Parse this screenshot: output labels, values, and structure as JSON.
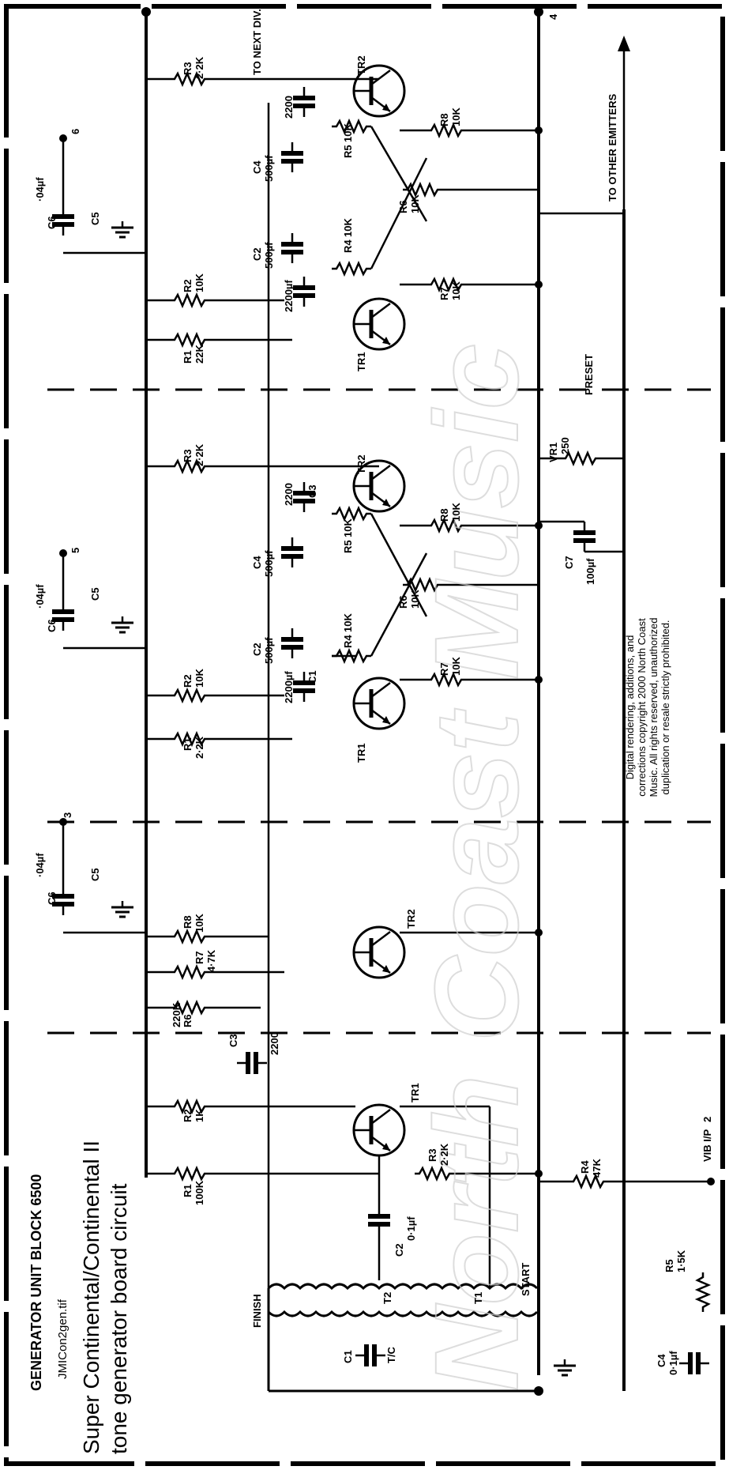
{
  "title": "GENERATOR UNIT BLOCK 6500",
  "file_name": "JMICon2gen.tif",
  "caption_line1": "Super Continental/Continental II",
  "caption_line2": "tone generator board circuit",
  "copyright": "Digital rendering, additions, and corrections copyright 2000 North Coast Music. All rights reserved, unauthorized duplication or resale strictly prohibited.",
  "watermark": "North Coast Music",
  "labels": {
    "finish": "FINISH",
    "start": "START",
    "t1": "T1",
    "t2": "T2",
    "c1": "C1",
    "tc": "T/C",
    "c2": "C2",
    "c2_val": "0·1µf",
    "c4_left": "C4",
    "c4_left_val": "0·1µf",
    "r1_left": "R1",
    "r1_left_val": "100K",
    "r2_left": "R2",
    "r2_left_val": "1K",
    "r3_left": "R3",
    "r3_left_val": "2·2K",
    "r4_left": "R4",
    "r4_left_val": "47K",
    "r5_left": "R5",
    "r5_left_val": "1·5K",
    "tr1_left": "TR1",
    "c3": "C3",
    "c3_val": "2200",
    "r6_left": "R6",
    "r6_left_val": "220K",
    "r7_left": "R7",
    "r7_left_val": "4·7K",
    "r8_left": "R8",
    "r8_left_val": "10K",
    "tr2_left": "TR2",
    "c5": "C5",
    "c6": "C6",
    "c6_val": "·04µf",
    "vib": "VIB I/P",
    "node_2": "2",
    "node_3": "3",
    "node_4": "4",
    "node_5": "5",
    "node_6": "6",
    "mid_tr1": "TR1",
    "mid_tr2": "TR2",
    "mid_r1": "R1",
    "mid_r1_val": "2·2K",
    "mid_r2": "R2",
    "mid_r2_val": "10K",
    "mid_r3": "R3",
    "mid_r3_val": "2·2K",
    "mid_r4": "R4",
    "mid_r4_val": "10K",
    "mid_r5": "R5",
    "mid_r5_val": "10K",
    "mid_r6": "R6",
    "mid_r6_val": "10K",
    "mid_r7": "R7",
    "mid_r7_val": "10K",
    "mid_r8": "R8",
    "mid_r8_val": "10K",
    "mid_c1": "C1",
    "mid_c1_val": "2200µf",
    "mid_c2": "C2",
    "mid_c2_val": "500µf",
    "mid_c3": "C3",
    "mid_c3_val": "2200",
    "mid_c4": "C4",
    "mid_c4_val": "500µf",
    "mid_c5": "C5",
    "mid_c6": "C6",
    "mid_c6_val": "·04µf",
    "c7": "C7",
    "c7_val": "100µf",
    "vr1": "VR1",
    "vr1_val": "250",
    "preset": "PRESET",
    "top_tr1": "TR1",
    "top_tr2": "TR2",
    "top_r1": "R1",
    "top_r1_val": "22K",
    "top_r2": "R2",
    "top_r2_val": "10K",
    "top_r3": "R3",
    "top_r3_val": "2·2K",
    "top_r4": "R4",
    "top_r4_val": "10K",
    "top_r5": "R5",
    "top_r5_val": "10K",
    "top_r6": "R6",
    "top_r6_val": "10K",
    "top_r7": "R7",
    "top_r7_val": "10K",
    "top_r8": "R8",
    "top_r8_val": "10K",
    "top_c1_val": "2200µf",
    "top_c2": "C2",
    "top_c2_val": "500µf",
    "top_c3_val": "2200",
    "top_c4": "C4",
    "top_c4_val": "500µf",
    "top_c5": "C5",
    "top_c6": "C6",
    "top_c6_val": "·04µf",
    "to_next_div": "TO NEXT DIV.",
    "to_other_emitters": "TO OTHER EMITTERS"
  }
}
